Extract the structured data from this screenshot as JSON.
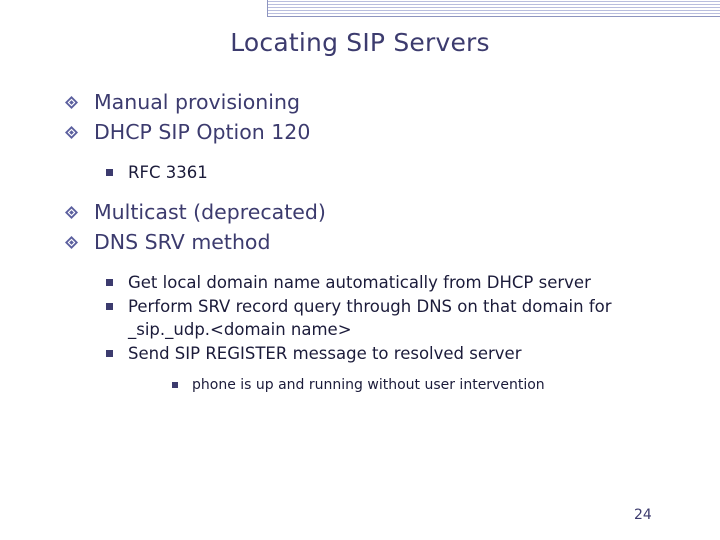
{
  "slide": {
    "title": "Locating SIP Servers",
    "page_number": "24",
    "bullets": [
      {
        "level": 1,
        "text": "Manual provisioning",
        "bullet_icon": "diamond-bullet"
      },
      {
        "level": 1,
        "text": "DHCP SIP Option 120",
        "bullet_icon": "diamond-bullet"
      },
      {
        "level": 2,
        "text": "RFC 3361",
        "bullet_icon": "square-bullet"
      },
      {
        "level": 1,
        "text": "Multicast (deprecated)",
        "bullet_icon": "diamond-bullet"
      },
      {
        "level": 1,
        "text": "DNS SRV method",
        "bullet_icon": "diamond-bullet"
      },
      {
        "level": 2,
        "text": "Get local domain name automatically from DHCP server",
        "bullet_icon": "square-bullet"
      },
      {
        "level": 2,
        "text": "Perform SRV record query through DNS on that domain for _sip._udp.<domain name>",
        "bullet_icon": "square-bullet"
      },
      {
        "level": 2,
        "text": "Send SIP REGISTER message to resolved server",
        "bullet_icon": "square-bullet"
      },
      {
        "level": 3,
        "text": "phone is up and running without user intervention",
        "bullet_icon": "square-bullet"
      }
    ]
  },
  "theme": {
    "title_color": "#3c3b6e",
    "level1_color": "#3c3b6e",
    "body_color": "#1b1b3a",
    "band_color": "#b9bede",
    "rule_color": "#8e95c0"
  }
}
